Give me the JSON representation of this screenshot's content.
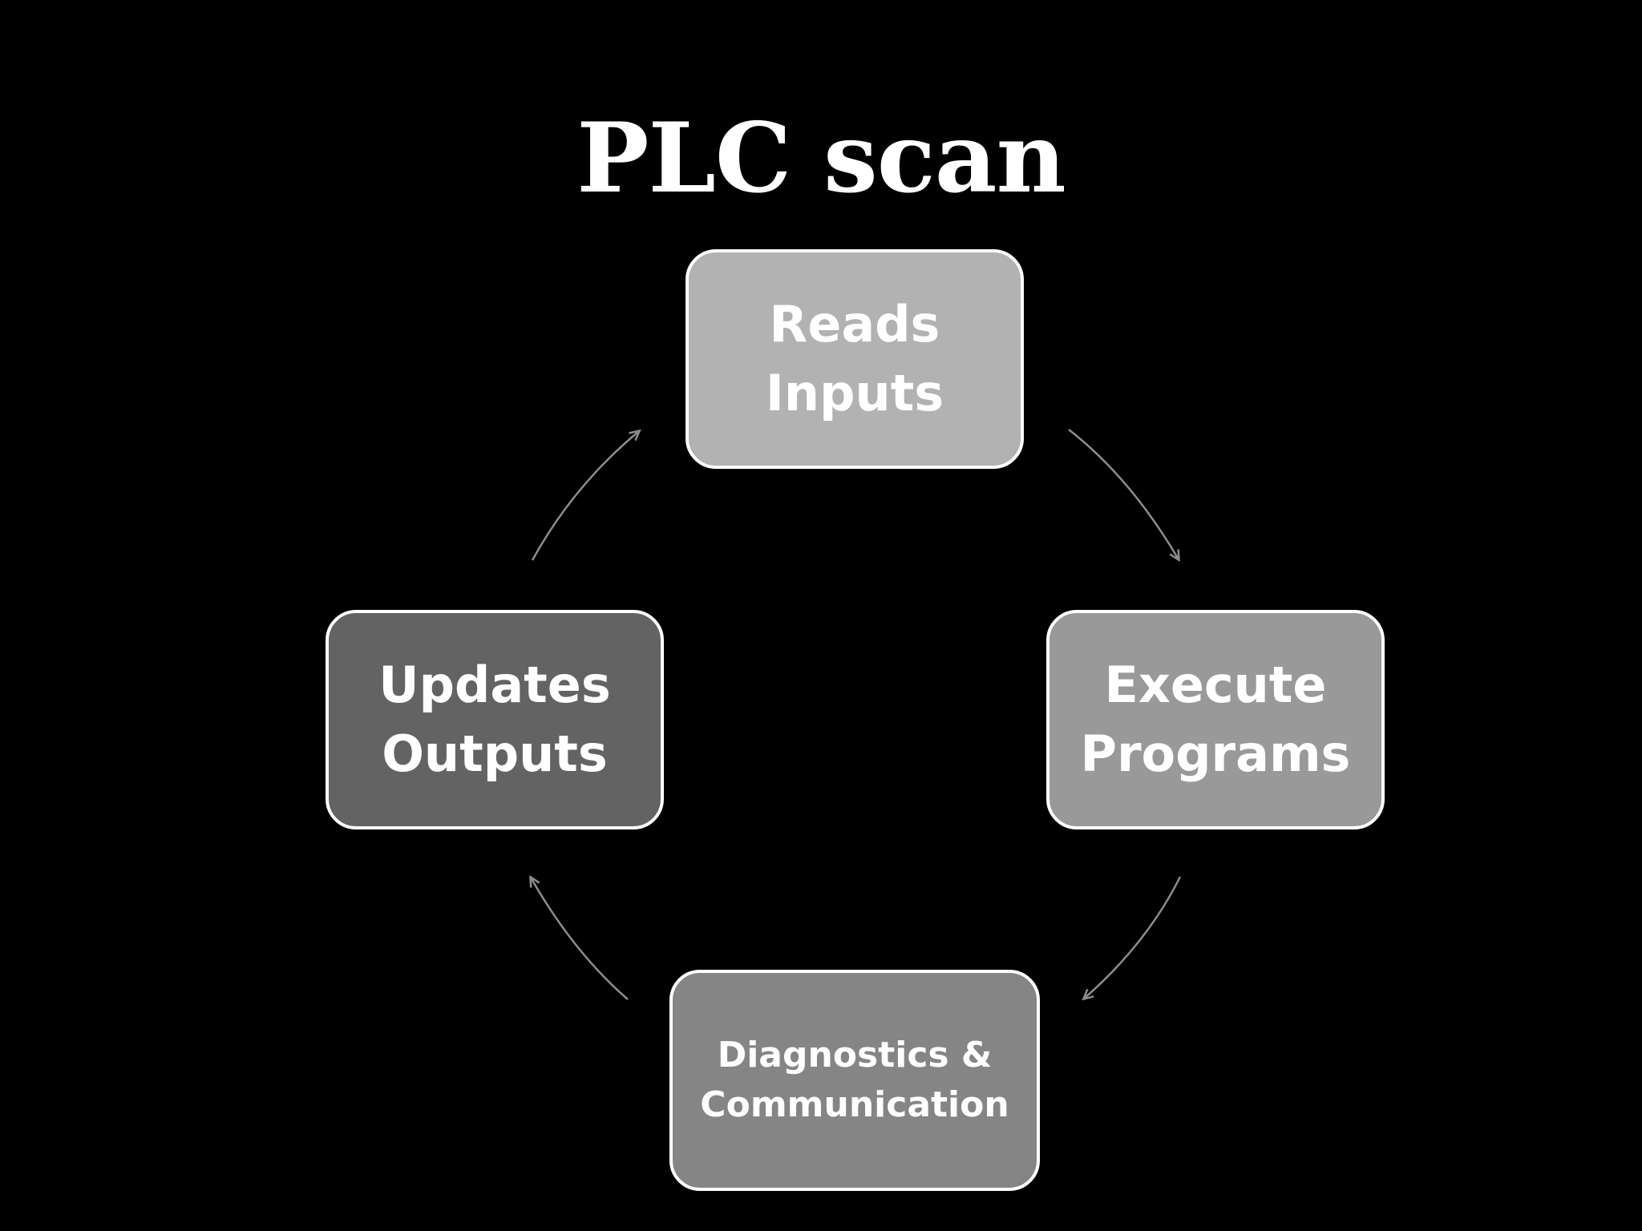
{
  "title": "PLC scan",
  "nodes": {
    "reads_inputs": {
      "line1": "Reads",
      "line2": "Inputs",
      "fill": "#b2b2b2"
    },
    "execute_programs": {
      "line1": "Execute",
      "line2": "Programs",
      "fill": "#999999"
    },
    "diagnostics": {
      "line1": "Diagnostics &",
      "line2": "Communication",
      "fill": "#858585"
    },
    "updates_outputs": {
      "line1": "Updates",
      "line2": "Outputs",
      "fill": "#636363"
    }
  },
  "colors": {
    "background": "#000000",
    "border": "#ffffff",
    "text": "#ffffff",
    "arrow": "#8c8c8c"
  },
  "cycle_order": [
    "Reads Inputs",
    "Execute Programs",
    "Diagnostics & Communication",
    "Updates Outputs"
  ]
}
